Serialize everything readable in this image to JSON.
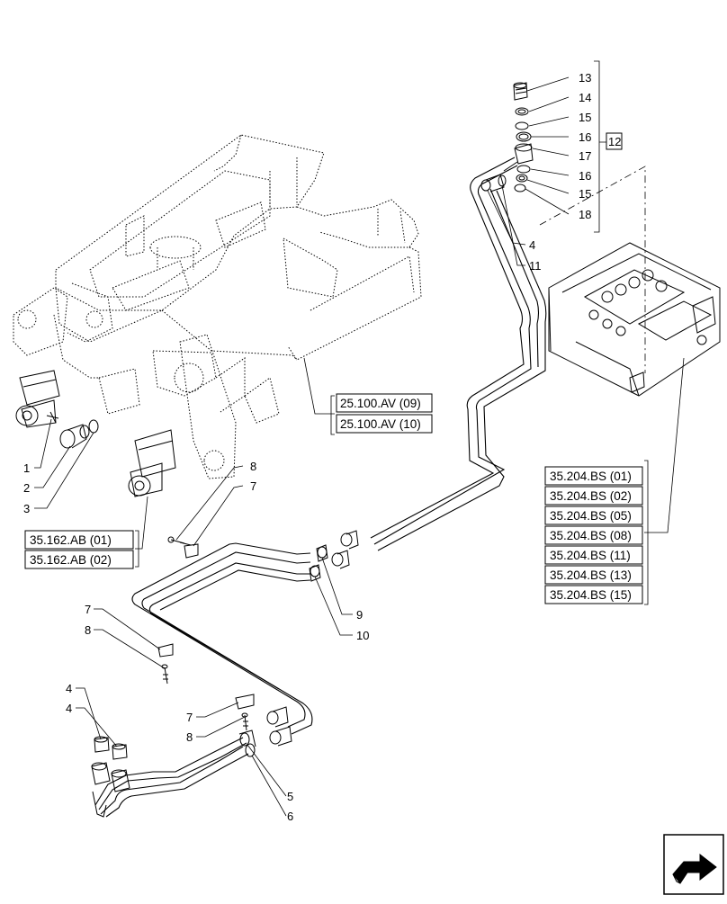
{
  "callouts": {
    "c13": "13",
    "c14": "14",
    "c15a": "15",
    "c16a": "16",
    "c17": "17",
    "c16b": "16",
    "c15b": "15",
    "c18": "18",
    "c12": "12",
    "c4top": "4",
    "c11": "11",
    "c1": "1",
    "c2": "2",
    "c3": "3",
    "c8top": "8",
    "c7top": "7",
    "c9": "9",
    "c10": "10",
    "c7mid": "7",
    "c8mid": "8",
    "c4a": "4",
    "c4b": "4",
    "c7low": "7",
    "c8low": "8",
    "c5": "5",
    "c6": "6"
  },
  "refs": {
    "frame": [
      "25.100.AV (09)",
      "25.100.AV (10)"
    ],
    "cyl": [
      "35.162.AB (01)",
      "35.162.AB (02)"
    ],
    "valve": [
      "35.204.BS (01)",
      "35.204.BS (02)",
      "35.204.BS (05)",
      "35.204.BS (08)",
      "35.204.BS (11)",
      "35.204.BS (13)",
      "35.204.BS (15)"
    ]
  },
  "icons": {
    "nav": "next-page-arrow-icon"
  }
}
